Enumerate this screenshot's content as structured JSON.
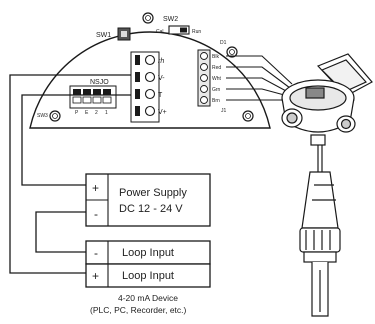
{
  "board": {
    "switch_sw1_label": "SW1",
    "switch_sw2_label": "SW2",
    "switch_cal_label": "Cal",
    "switch_run_label": "Run",
    "switch_sw3_label": "SW3",
    "display_d1_label": "D1",
    "jumper_label": "NSJO",
    "jumper_pins": [
      "P",
      "E",
      "2",
      "1"
    ],
    "terminal_j1_label": "J1",
    "wire_labels": [
      "Blk",
      "Red",
      "Wht",
      "Grn",
      "Brn"
    ],
    "side_terminal_symbols": [
      "rh",
      "V-",
      "T",
      "V+"
    ]
  },
  "power_supply": {
    "plus_sign": "+",
    "minus_sign": "-",
    "line1": "Power Supply",
    "line2": "DC 12 - 24 V"
  },
  "device": {
    "loop_minus_sign": "-",
    "loop_minus_label": "Loop Input",
    "loop_plus_sign": "+",
    "loop_plus_label": "Loop Input",
    "caption_line1": "4-20 mA Device",
    "caption_line2": "(PLC, PC, Recorder, etc.)"
  },
  "colors": {
    "line": "#1a1a1a",
    "board_fill": "#ffffff",
    "terminal_fill": "#e8e8e8"
  }
}
